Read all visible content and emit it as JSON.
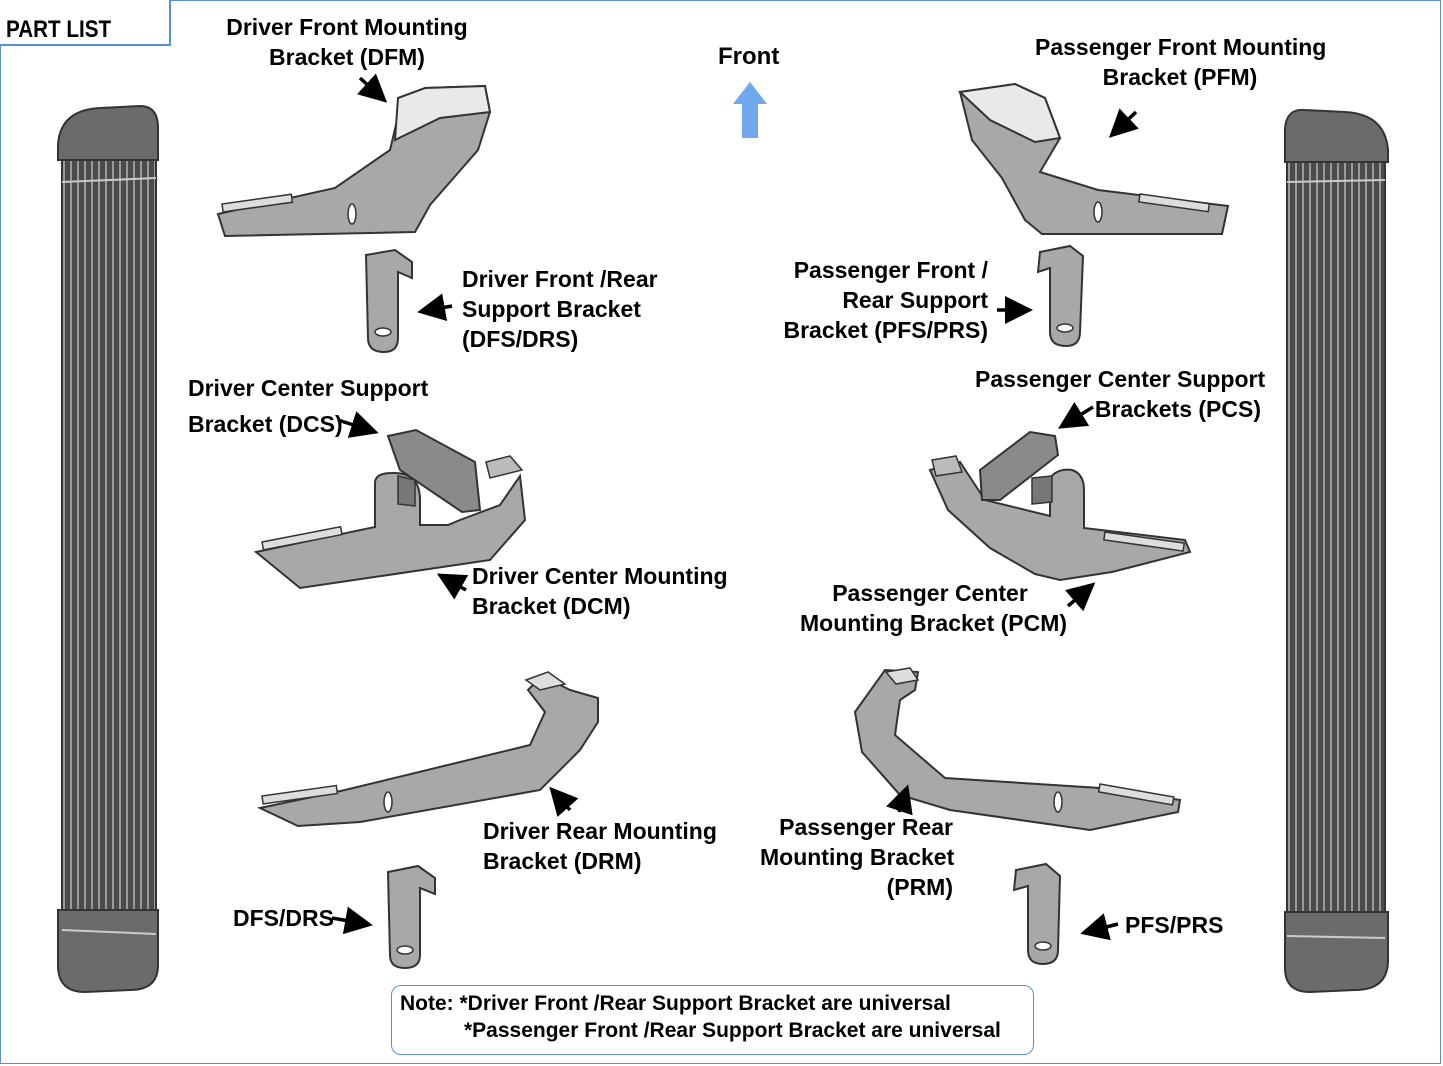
{
  "header": {
    "title": "PART LIST"
  },
  "direction": {
    "label": "Front"
  },
  "labels": {
    "dfm": [
      "Driver Front Mounting",
      "Bracket (DFM)"
    ],
    "pfm": [
      "Passenger Front Mounting",
      "Bracket (PFM)"
    ],
    "dfs_drs": [
      "Driver Front /Rear",
      "Support Bracket",
      "(DFS/DRS)"
    ],
    "pfs_prs": [
      "Passenger Front /",
      "Rear Support",
      "Bracket (PFS/PRS)"
    ],
    "dcs": [
      "Driver Center Support",
      "Bracket (DCS)"
    ],
    "pcs": [
      "Passenger Center Support",
      "Brackets (PCS)"
    ],
    "dcm": [
      "Driver Center Mounting",
      "Bracket (DCM)"
    ],
    "pcm": [
      "Passenger Center",
      "Mounting Bracket (PCM)"
    ],
    "drm": [
      "Driver Rear Mounting",
      "Bracket (DRM)"
    ],
    "prm": [
      "Passenger Rear",
      "Mounting Bracket",
      "(PRM)"
    ],
    "dfs_drs_short": "DFS/DRS",
    "pfs_prs_short": "PFS/PRS"
  },
  "note": {
    "line1": "Note: *Driver Front /Rear Support Bracket are universal",
    "line2": "*Passenger Front /Rear Support Bracket are universal"
  },
  "colors": {
    "frame": "#5b8fd6",
    "arrow_front": "#6fa8ec",
    "part_fill": "#a3a3a3",
    "step_board": "#4a4a4a"
  }
}
